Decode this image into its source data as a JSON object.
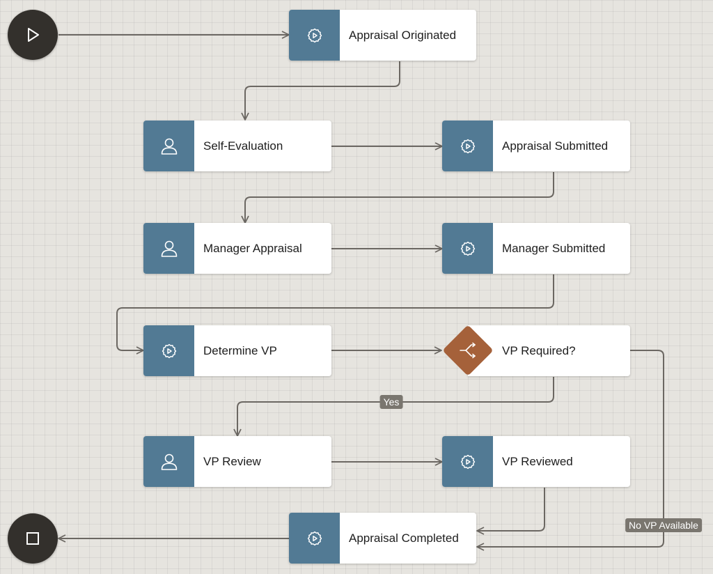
{
  "diagram": {
    "colors": {
      "background": "#e6e4df",
      "task_header": "#527a94",
      "gateway": "#a5613a",
      "event": "#33302c",
      "connector": "#6b6762",
      "edge_label_bg": "#7a766f"
    },
    "start_event": {
      "icon": "play-icon"
    },
    "end_event": {
      "icon": "stop-icon"
    },
    "nodes": [
      {
        "id": "appraisal-originated",
        "label": "Appraisal Originated",
        "kind": "service",
        "icon": "gear-play-icon"
      },
      {
        "id": "self-evaluation",
        "label": "Self-Evaluation",
        "kind": "human",
        "icon": "person-icon"
      },
      {
        "id": "appraisal-submitted",
        "label": "Appraisal Submitted",
        "kind": "service",
        "icon": "gear-play-icon"
      },
      {
        "id": "manager-appraisal",
        "label": "Manager Appraisal",
        "kind": "human",
        "icon": "person-icon"
      },
      {
        "id": "manager-submitted",
        "label": "Manager Submitted",
        "kind": "service",
        "icon": "gear-play-icon"
      },
      {
        "id": "determine-vp",
        "label": "Determine VP",
        "kind": "service",
        "icon": "gear-play-icon"
      },
      {
        "id": "vp-required",
        "label": "VP Required?",
        "kind": "gateway",
        "icon": "branch-icon"
      },
      {
        "id": "vp-review",
        "label": "VP Review",
        "kind": "human",
        "icon": "person-icon"
      },
      {
        "id": "vp-reviewed",
        "label": "VP Reviewed",
        "kind": "service",
        "icon": "gear-play-icon"
      },
      {
        "id": "appraisal-completed",
        "label": "Appraisal Completed",
        "kind": "service",
        "icon": "gear-play-icon"
      }
    ],
    "edge_labels": {
      "yes": "Yes",
      "no_vp": "No VP Available"
    }
  }
}
